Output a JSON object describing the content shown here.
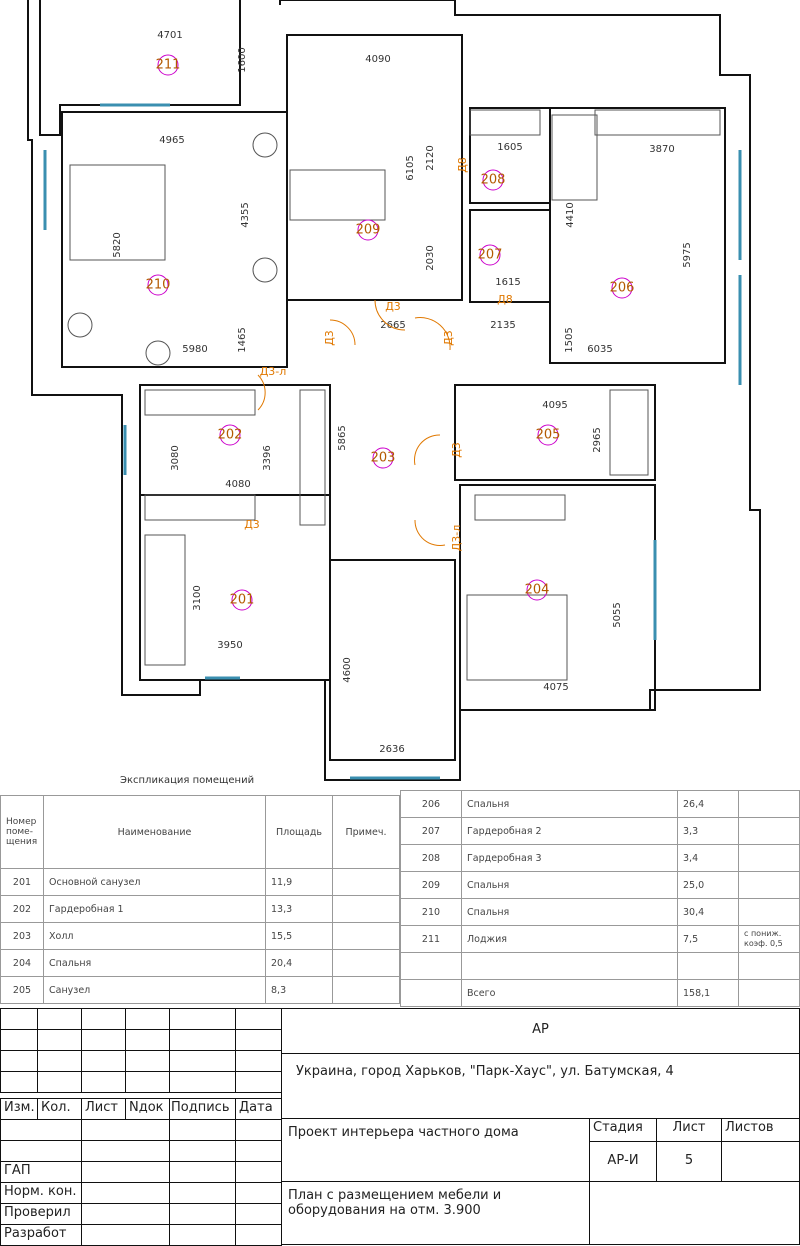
{
  "plan": {
    "rooms": [
      {
        "id": "211"
      },
      {
        "id": "210"
      },
      {
        "id": "209"
      },
      {
        "id": "208"
      },
      {
        "id": "207"
      },
      {
        "id": "206"
      },
      {
        "id": "202"
      },
      {
        "id": "203"
      },
      {
        "id": "205"
      },
      {
        "id": "201"
      },
      {
        "id": "204"
      }
    ],
    "dims": [
      "4701",
      "1600",
      "4090",
      "4965",
      "4355",
      "5820",
      "6105",
      "2120",
      "1605",
      "3870",
      "4410",
      "2030",
      "1615",
      "5975",
      "1465",
      "5980",
      "2665",
      "2135",
      "1505",
      "6035",
      "4095",
      "2965",
      "3396",
      "5865",
      "3100",
      "3080",
      "4080",
      "3950",
      "5055",
      "4075",
      "4600",
      "2636"
    ],
    "doors": [
      "Д3",
      "Д3",
      "Д3",
      "Д8",
      "Д8",
      "Д3-л",
      "Д3",
      "Д3",
      "Д3-л"
    ]
  },
  "explication": {
    "caption": "Экспликация помещений",
    "headers": {
      "num": "Номер поме-щения",
      "name": "Наименование",
      "area": "Площадь",
      "note": "Примеч."
    },
    "left_rows": [
      {
        "num": "201",
        "name": "Основной санузел",
        "area": "11,9",
        "note": ""
      },
      {
        "num": "202",
        "name": "Гардеробная 1",
        "area": "13,3",
        "note": ""
      },
      {
        "num": "203",
        "name": "Холл",
        "area": "15,5",
        "note": ""
      },
      {
        "num": "204",
        "name": "Спальня",
        "area": "20,4",
        "note": ""
      },
      {
        "num": "205",
        "name": "Санузел",
        "area": "8,3",
        "note": ""
      }
    ],
    "right_rows": [
      {
        "num": "206",
        "name": "Спальня",
        "area": "26,4",
        "note": ""
      },
      {
        "num": "207",
        "name": "Гардеробная 2",
        "area": "3,3",
        "note": ""
      },
      {
        "num": "208",
        "name": "Гардеробная 3",
        "area": "3,4",
        "note": ""
      },
      {
        "num": "209",
        "name": "Спальня",
        "area": "25,0",
        "note": ""
      },
      {
        "num": "210",
        "name": "Спальня",
        "area": "30,4",
        "note": ""
      },
      {
        "num": "211",
        "name": "Лоджия",
        "area": "7,5",
        "note": "с пониж. коэф. 0,5"
      },
      {
        "num": "",
        "name": "",
        "area": "",
        "note": ""
      },
      {
        "num": "",
        "name": "Всего",
        "area": "158,1",
        "note": ""
      }
    ]
  },
  "stamp": {
    "code": "АР",
    "address": "Украина, город Харьков, \"Парк-Хаус\", ул. Батумская, 4",
    "cols": [
      "Изм.",
      "Кол.",
      "Лист",
      "Nдок",
      "Подпись",
      "Дата"
    ],
    "roles": [
      "ГАП",
      "Норм. кон.",
      "Проверил",
      "Разработ"
    ],
    "project": "Проект интерьера частного дома",
    "sheet_title": "План с размещением мебели и оборудования на отм. 3.900",
    "stage_label": "Стадия",
    "sheet_label": "Лист",
    "sheets_label": "Листов",
    "stage": "АР-И",
    "sheet": "5",
    "sheets": ""
  }
}
